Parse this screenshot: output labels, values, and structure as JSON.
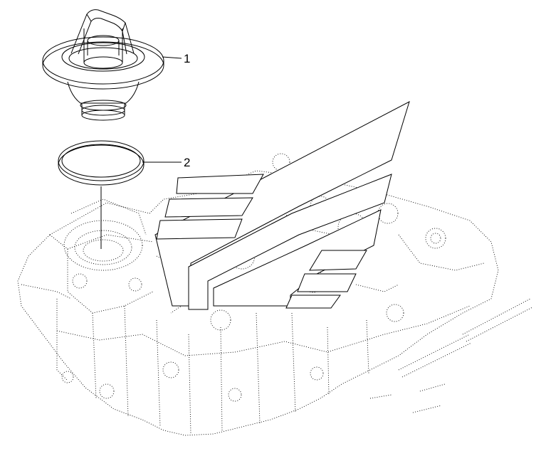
{
  "callouts": [
    {
      "id": "1",
      "label": "1",
      "part": "thermostat"
    },
    {
      "id": "2",
      "label": "2",
      "part": "o-ring seal"
    }
  ],
  "colors": {
    "ink": "#000000",
    "background": "#ffffff"
  }
}
